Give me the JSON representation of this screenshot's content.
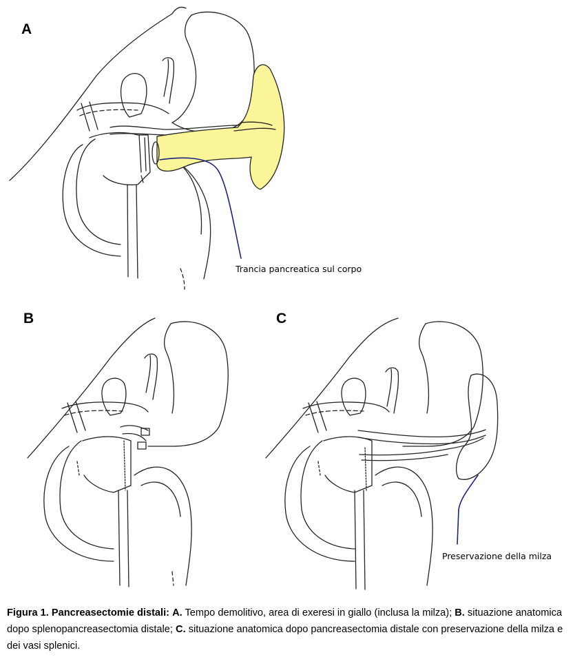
{
  "panels": {
    "a": {
      "letter": "A",
      "annotation": "Trancia pancreatica sul corpo"
    },
    "b": {
      "letter": "B"
    },
    "c": {
      "letter": "C",
      "annotation": "Preservazione della milza"
    }
  },
  "caption": {
    "figure_label": "Figura 1. Pancreasectomie distali:",
    "a_label": "A.",
    "a_text": "Tempo demolitivo, area di exeresi in giallo (inclusa la milza);",
    "b_label": "B.",
    "b_text": "situazione anatomica dopo splenopancreasectomia distale;",
    "c_label": "C.",
    "c_text": "situazione anatomica dopo pancreasectomia distale con preservazione della milza e dei vasi splenici."
  },
  "colors": {
    "resection_area": "#fbf59a",
    "pointer_line": "#1a237e",
    "outline": "#222222"
  },
  "icons": {}
}
